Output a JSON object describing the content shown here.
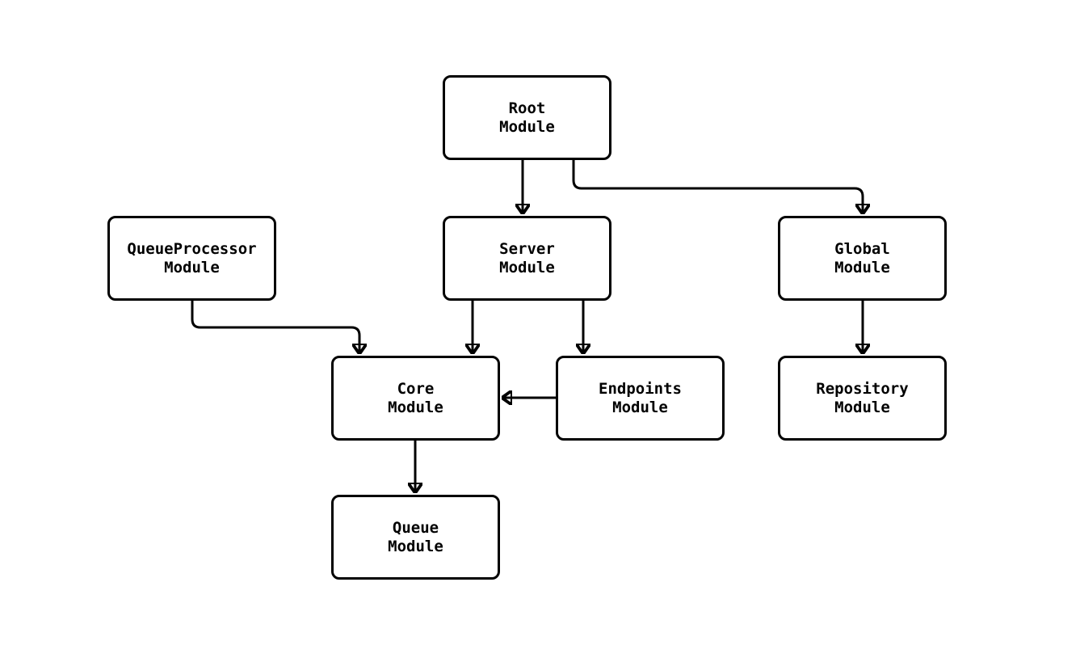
{
  "diagram_title": "",
  "nodes": {
    "root": {
      "label": "Root\nModule"
    },
    "queueprocessor": {
      "label": "QueueProcessor\nModule"
    },
    "server": {
      "label": "Server\nModule"
    },
    "global": {
      "label": "Global\nModule"
    },
    "core": {
      "label": "Core\nModule"
    },
    "endpoints": {
      "label": "Endpoints\nModule"
    },
    "repository": {
      "label": "Repository\nModule"
    },
    "queue": {
      "label": "Queue\nModule"
    }
  },
  "edges": [
    {
      "from": "root",
      "to": "server"
    },
    {
      "from": "root",
      "to": "global"
    },
    {
      "from": "queueprocessor",
      "to": "core"
    },
    {
      "from": "server",
      "to": "core"
    },
    {
      "from": "server",
      "to": "endpoints"
    },
    {
      "from": "endpoints",
      "to": "core"
    },
    {
      "from": "global",
      "to": "repository"
    },
    {
      "from": "core",
      "to": "queue"
    }
  ],
  "colors": {
    "background": "#ffffff",
    "node_fill": "#ffffff",
    "node_border": "#000000",
    "edge_stroke": "#000000",
    "text": "#000000"
  }
}
